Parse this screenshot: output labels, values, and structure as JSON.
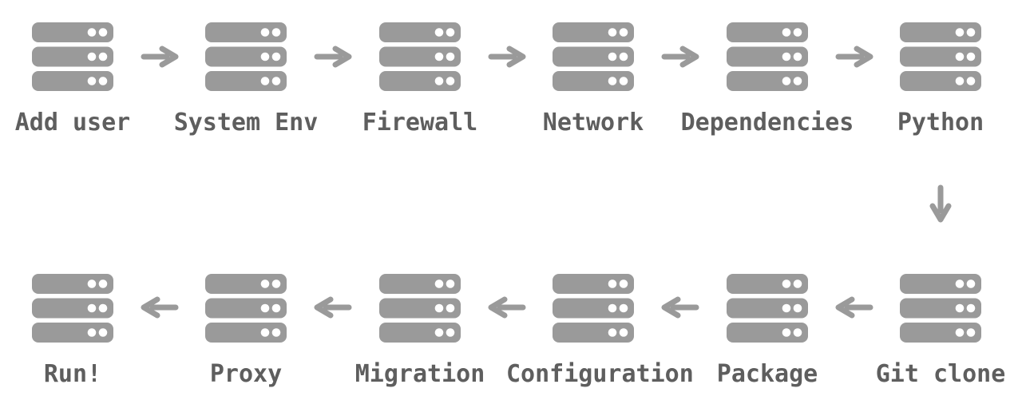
{
  "colors": {
    "background": "#ffffff",
    "icon-gray": "#9a9a9a",
    "arrow-gray": "#9a9a9a",
    "label-gray": "#5e5e5e",
    "dot-white": "#ffffff"
  },
  "flow": {
    "rows": [
      {
        "name": "top",
        "direction": "right",
        "steps": [
          {
            "label": "Add user"
          },
          {
            "label": "System Env"
          },
          {
            "label": "Firewall"
          },
          {
            "label": "Network"
          },
          {
            "label": "Dependencies"
          },
          {
            "label": "Python"
          }
        ]
      },
      {
        "name": "bottom",
        "direction": "left",
        "steps": [
          {
            "label": "Run!"
          },
          {
            "label": "Proxy"
          },
          {
            "label": "Migration"
          },
          {
            "label": "Configuration"
          },
          {
            "label": "Package"
          },
          {
            "label": "Git clone"
          }
        ]
      }
    ],
    "connector": {
      "from": "Python",
      "to": "Git clone",
      "direction": "down"
    }
  }
}
